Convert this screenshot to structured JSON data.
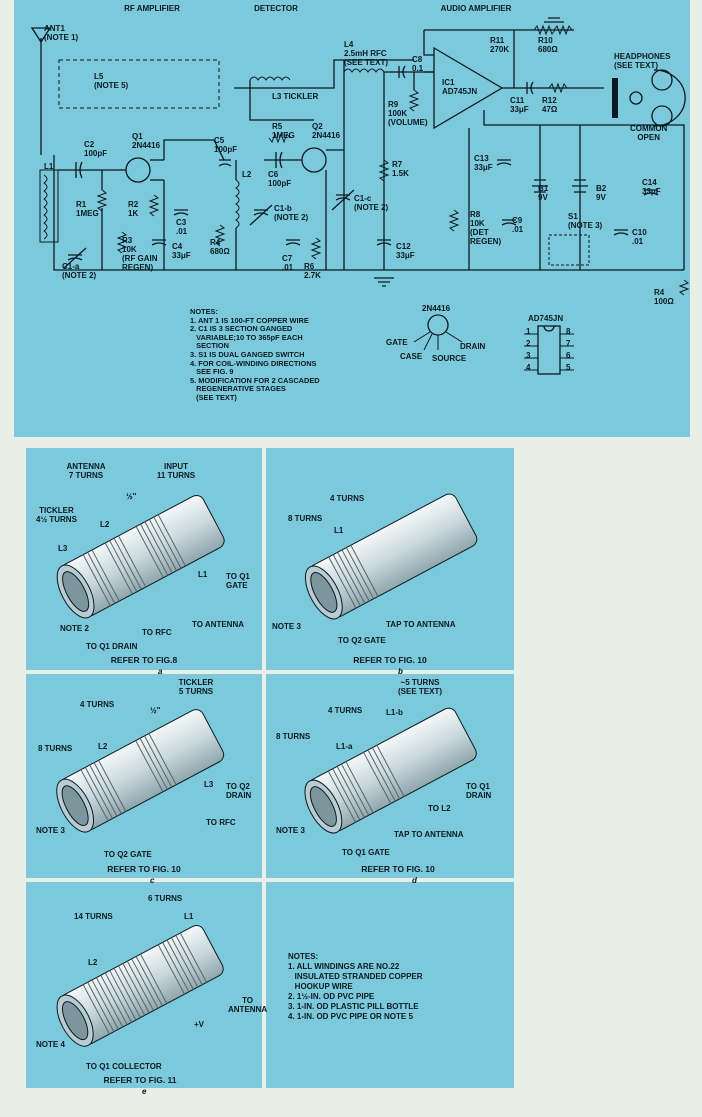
{
  "schematic": {
    "section_titles": [
      "RF AMPLIFIER",
      "DETECTOR",
      "AUDIO AMPLIFIER"
    ],
    "components": [
      {
        "id": "ant1",
        "text": "ANT1\n(NOTE 1)"
      },
      {
        "id": "l5",
        "text": "L5\n(NOTE 5)"
      },
      {
        "id": "c2",
        "text": "C2\n100pF"
      },
      {
        "id": "q1",
        "text": "Q1\n2N4416"
      },
      {
        "id": "c5",
        "text": "C5\n100pF"
      },
      {
        "id": "r5",
        "text": "R5\n1MEG"
      },
      {
        "id": "q2",
        "text": "Q2\n2N4416"
      },
      {
        "id": "l3",
        "text": "L3 TICKLER"
      },
      {
        "id": "l4",
        "text": "L4\n2.5mH RFC\n(SEE TEXT)"
      },
      {
        "id": "c8",
        "text": "C8\n0.1"
      },
      {
        "id": "r9",
        "text": "R9\n100K\n(VOLUME)"
      },
      {
        "id": "ic1",
        "text": "IC1\nAD745JN"
      },
      {
        "id": "r11",
        "text": "R11\n270K"
      },
      {
        "id": "r10",
        "text": "R10\n680Ω"
      },
      {
        "id": "c11",
        "text": "C11\n33μF"
      },
      {
        "id": "r12",
        "text": "R12\n47Ω"
      },
      {
        "id": "headphones",
        "text": "HEADPHONES\n(SEE TEXT)"
      },
      {
        "id": "common",
        "text": "COMMON\nOPEN"
      },
      {
        "id": "r1",
        "text": "R1\n1MEG"
      },
      {
        "id": "r2",
        "text": "R2\n1K"
      },
      {
        "id": "c3",
        "text": "C3\n.01"
      },
      {
        "id": "r3",
        "text": "R3\n10K\n(RF GAIN\nREGEN)"
      },
      {
        "id": "c4",
        "text": "C4\n33μF"
      },
      {
        "id": "r4a",
        "text": "R4\n680Ω"
      },
      {
        "id": "c6",
        "text": "C6\n100pF"
      },
      {
        "id": "l2",
        "text": "L2"
      },
      {
        "id": "c1b",
        "text": "C1-b\n(NOTE 2)"
      },
      {
        "id": "c1c",
        "text": "C1-c\n(NOTE 2)"
      },
      {
        "id": "c7",
        "text": "C7\n.01"
      },
      {
        "id": "r6",
        "text": "R6\n2.7K"
      },
      {
        "id": "r7",
        "text": "R7\n1.5K"
      },
      {
        "id": "c12",
        "text": "C12\n33μF"
      },
      {
        "id": "c13",
        "text": "C13\n33μF"
      },
      {
        "id": "r8",
        "text": "R8\n10K\n(DET\nREGEN)"
      },
      {
        "id": "c9",
        "text": "C9\n.01"
      },
      {
        "id": "b1",
        "text": "B1\n9V"
      },
      {
        "id": "b2",
        "text": "B2\n9V"
      },
      {
        "id": "s1",
        "text": "S1\n(NOTE 3)"
      },
      {
        "id": "c10",
        "text": "C10\n.01"
      },
      {
        "id": "c14",
        "text": "C14\n33μF"
      },
      {
        "id": "r4b",
        "text": "R4\n100Ω"
      },
      {
        "id": "l1",
        "text": "L1"
      },
      {
        "id": "c1a",
        "text": "C1-a\n(NOTE 2)"
      }
    ],
    "notes": [
      "NOTES:",
      "1. ANT 1 IS 100-FT COPPER WIRE",
      "2. C1 IS 3 SECTION GANGED",
      "   VARIABLE;10 TO 365pF EACH",
      "   SECTION",
      "3. S1 IS DUAL GANGED SWITCH",
      "4. FOR COIL-WINDING DIRECTIONS",
      "   SEE FIG. 9",
      "5. MODIFICATION FOR 2 CASCADED",
      "   REGENERATIVE STAGES",
      "   (SEE TEXT)"
    ],
    "pinout_2n4416": {
      "title": "2N4416",
      "gate": "GATE",
      "drain": "DRAIN",
      "case": "CASE",
      "source": "SOURCE"
    },
    "pinout_ad745": {
      "title": "AD745JN",
      "pins_left": [
        "1",
        "2",
        "3",
        "4"
      ],
      "pins_right": [
        "8",
        "7",
        "6",
        "5"
      ]
    }
  },
  "figures": [
    {
      "id": "a",
      "labels": [
        "ANTENNA\n7 TURNS",
        "INPUT\n11 TURNS",
        "TICKLER\n4½ TURNS",
        "½\"",
        "L2",
        "L3",
        "L1",
        "TO Q1\nGATE",
        "NOTE 2",
        "TO RFC",
        "TO ANTENNA",
        "TO Q1 DRAIN"
      ],
      "ref": "REFER TO FIG.8",
      "caption": "a"
    },
    {
      "id": "b",
      "labels": [
        "4 TURNS",
        "8 TURNS",
        "L1",
        "TAP TO ANTENNA",
        "NOTE 3",
        "TO Q2 GATE"
      ],
      "ref": "REFER TO FIG. 10",
      "caption": "b"
    },
    {
      "id": "c",
      "labels": [
        "TICKLER\n5 TURNS",
        "4 TURNS",
        "½\"",
        "8 TURNS",
        "L2",
        "L3",
        "TO Q2\nDRAIN",
        "TO RFC",
        "NOTE 3",
        "TO Q2 GATE"
      ],
      "ref": "REFER TO FIG. 10",
      "caption": "c"
    },
    {
      "id": "d",
      "labels": [
        "~5 TURNS\n(SEE TEXT)",
        "4 TURNS",
        "L1-b",
        "8 TURNS",
        "L1-a",
        "TO Q1\nDRAIN",
        "TO L2",
        "NOTE 3",
        "TAP TO ANTENNA",
        "TO Q1 GATE"
      ],
      "ref": "REFER TO FIG. 10",
      "caption": "d"
    },
    {
      "id": "e",
      "labels": [
        "6 TURNS",
        "14 TURNS",
        "L1",
        "L2",
        "TO\nANTENNA",
        "+V",
        "NOTE 4",
        "TO Q1 COLLECTOR"
      ],
      "ref": "REFER TO FIG. 11",
      "caption": "e"
    }
  ],
  "figure_notes": [
    "NOTES:",
    "1. ALL WINDINGS ARE NO.22",
    "   INSULATED STRANDED COPPER",
    "   HOOKUP WIRE",
    "2. 1½-IN. OD PVC PIPE",
    "3. 1-IN. OD PLASTIC PILL BOTTLE",
    "4. 1-IN. OD PVC PIPE OR NOTE 5"
  ],
  "colors": {
    "panel": "#7cc9dc",
    "ink": "#0a1a22",
    "coil": "#d9e6ea",
    "page": "#e9eee6"
  }
}
